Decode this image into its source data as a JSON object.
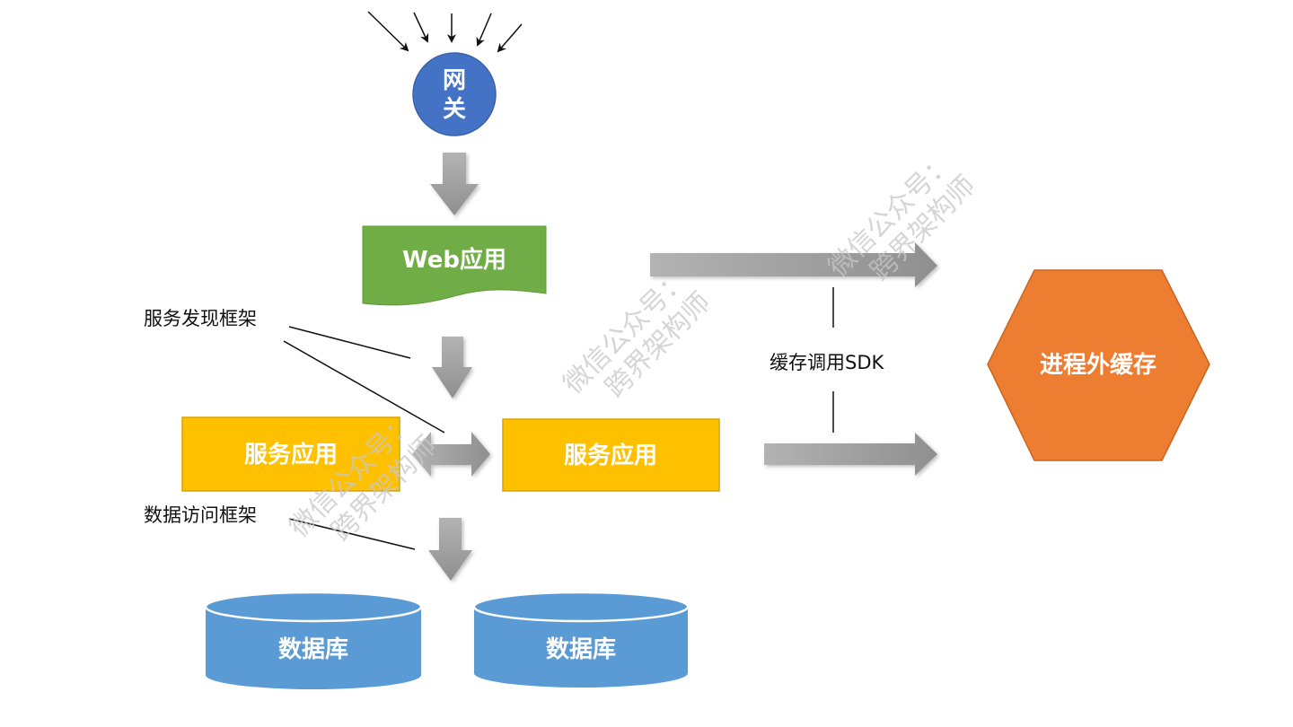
{
  "diagram": {
    "title": "",
    "nodes": {
      "gateway": {
        "label_line1": "网",
        "label_line2": "关",
        "shape": "circle",
        "color": "#4472C4"
      },
      "web_app": {
        "label": "Web应用",
        "shape": "document",
        "color": "#70AD47"
      },
      "service_app_left": {
        "label": "服务应用",
        "shape": "rectangle",
        "color": "#FFC000"
      },
      "service_app_right": {
        "label": "服务应用",
        "shape": "rectangle",
        "color": "#FFC000"
      },
      "database_left": {
        "label": "数据库",
        "shape": "cylinder",
        "color": "#5B9BD5"
      },
      "database_right": {
        "label": "数据库",
        "shape": "cylinder",
        "color": "#5B9BD5"
      },
      "external_cache": {
        "label": "进程外缓存",
        "shape": "hexagon",
        "color": "#ED7D31"
      }
    },
    "annotations": {
      "service_discovery": "服务发现框架",
      "data_access": "数据访问框架",
      "cache_sdk": "缓存调用SDK"
    },
    "edges": [
      {
        "from": "clients",
        "to": "gateway",
        "count": 5,
        "style": "thin-arrow"
      },
      {
        "from": "gateway",
        "to": "web_app",
        "style": "block-arrow"
      },
      {
        "from": "web_app",
        "to": "service_app_right",
        "style": "block-arrow"
      },
      {
        "from": "service_app_left",
        "to": "service_app_right",
        "style": "double-block-arrow"
      },
      {
        "from": "service_app_right",
        "to": "database",
        "style": "block-arrow"
      },
      {
        "from": "web_app",
        "to": "external_cache",
        "style": "block-arrow"
      },
      {
        "from": "service_app_right",
        "to": "external_cache",
        "style": "block-arrow"
      }
    ],
    "arrow_color": "#A6A6A6",
    "watermark": {
      "line1": "微信公众号：",
      "line2": "跨界架构师"
    }
  }
}
